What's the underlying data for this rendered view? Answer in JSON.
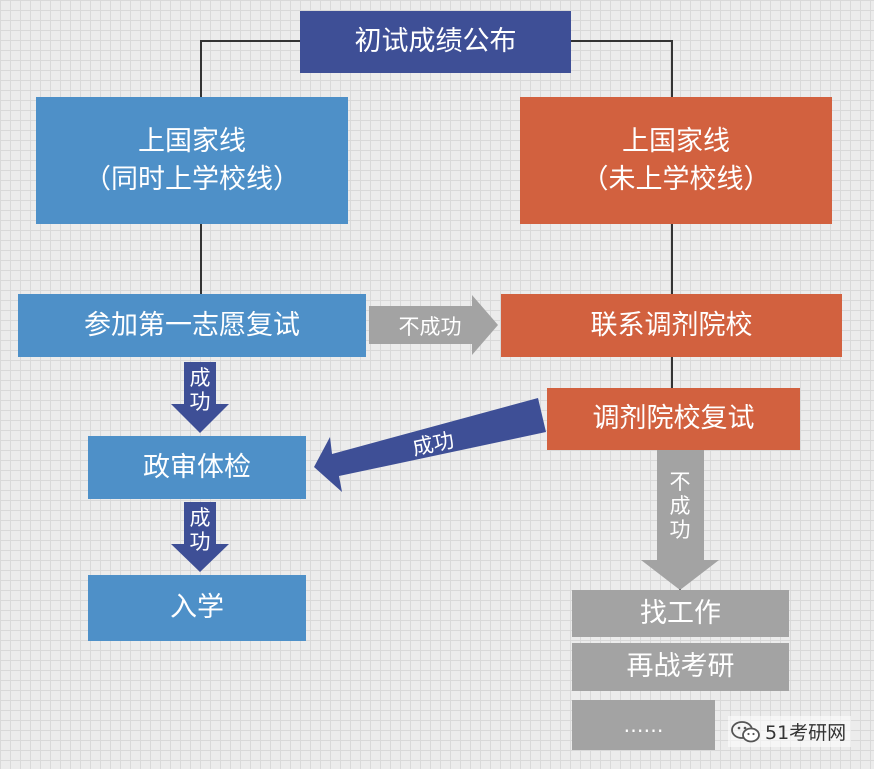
{
  "colors": {
    "navy": "#3e4f96",
    "blue": "#4e90c8",
    "orange": "#d2613f",
    "gray": "#a3a3a3",
    "line": "#333333"
  },
  "diagram": {
    "top": "初试成绩公布",
    "left_branch": {
      "line1": "上国家线",
      "line2": "（同时上学校线）",
      "retest": "参加第一志愿复试",
      "politics_check": "政审体检",
      "enroll": "入学"
    },
    "right_branch": {
      "line1": "上国家线",
      "line2": "（未上学校线）",
      "contact": "联系调剂院校",
      "adjust_retest": "调剂院校复试",
      "options": [
        "找工作",
        "再战考研",
        "……"
      ]
    },
    "arrows": {
      "fail_h": "不成功",
      "success1": [
        "成",
        "功"
      ],
      "success2": [
        "成",
        "功"
      ],
      "success_diag": "成功",
      "fail_v": [
        "不",
        "成",
        "功"
      ]
    }
  },
  "watermark": {
    "icon": "wechat-icon",
    "text": "51考研网"
  }
}
